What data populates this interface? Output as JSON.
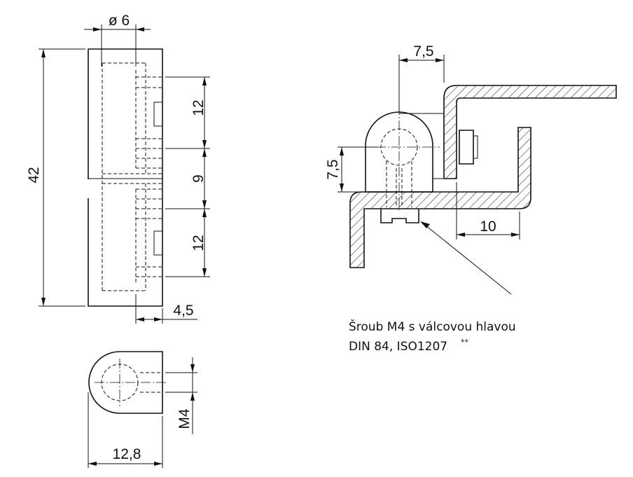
{
  "dimensions": {
    "diameter": "ø 6",
    "height": "42",
    "upper_section": "12",
    "middle_gap": "9",
    "lower_section": "12",
    "offset": "4,5",
    "width": "12,8",
    "thread": "M4",
    "pin_offset": "7,5",
    "pin_height": "7,5",
    "flange": "10"
  },
  "note": {
    "line1": "Šroub M4 s válcovou hlavou",
    "line2": "DIN 84, ISO1207",
    "line2_mark": "**"
  }
}
